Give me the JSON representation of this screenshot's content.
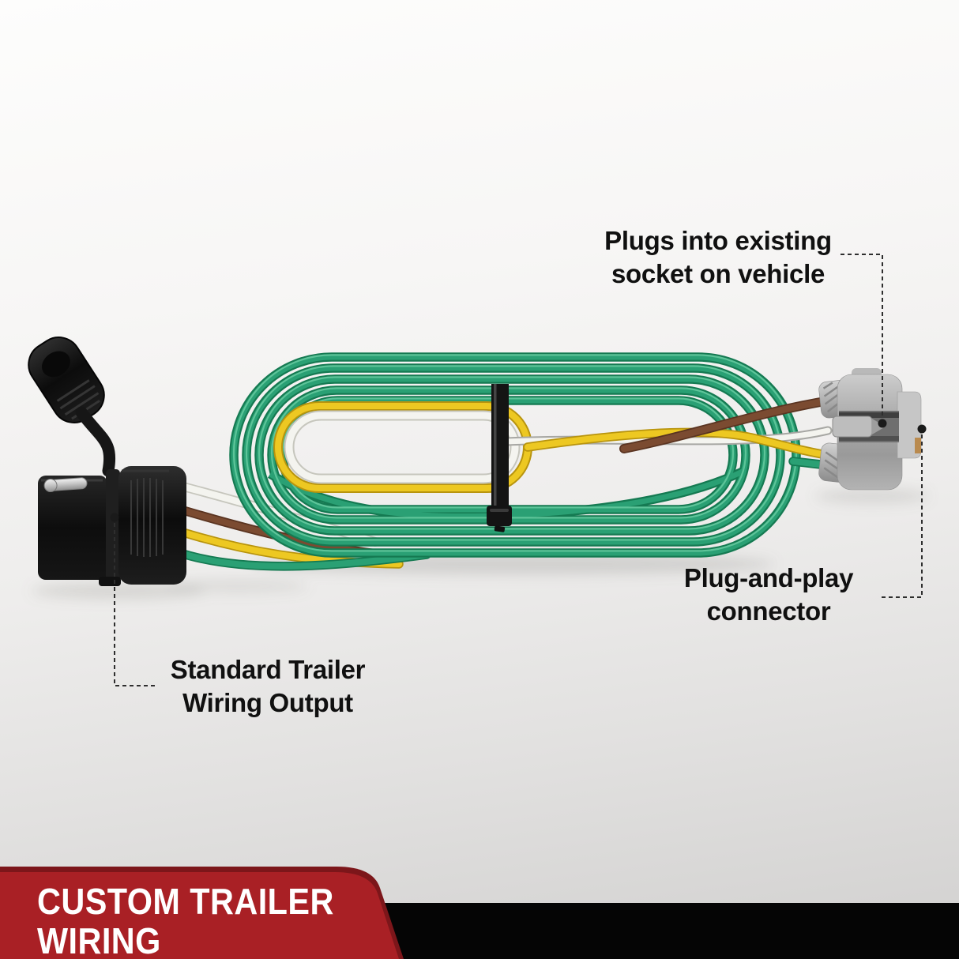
{
  "callouts": {
    "vehicle_socket": {
      "line1": "Plugs into existing",
      "line2": "socket on vehicle"
    },
    "plug_and_play": {
      "line1": "Plug-and-play",
      "line2": "connector"
    },
    "trailer_output": {
      "line1": "Standard Trailer",
      "line2": "Wiring Output"
    }
  },
  "banner": {
    "line1": "CUSTOM TRAILER",
    "line2": "WIRING",
    "red": "#a92025",
    "dark_red": "#7c161a",
    "bar_black": "#050505",
    "text_color": "#ffffff"
  },
  "harness": {
    "wire_colors": {
      "green": "#2aa074",
      "green_dark": "#157a52",
      "green_light": "#63c99e",
      "yellow": "#edc822",
      "yellow_dark": "#b8940e",
      "white": "#f4f4ef",
      "white_dark": "#c6c6bd",
      "brown": "#7b4b31",
      "brown_dark": "#5a3421"
    },
    "connector_black": "#141414",
    "connector_gray": "#a8a8a8",
    "cable_tie_black": "#141414",
    "leader_line": "#2e2e2e"
  }
}
